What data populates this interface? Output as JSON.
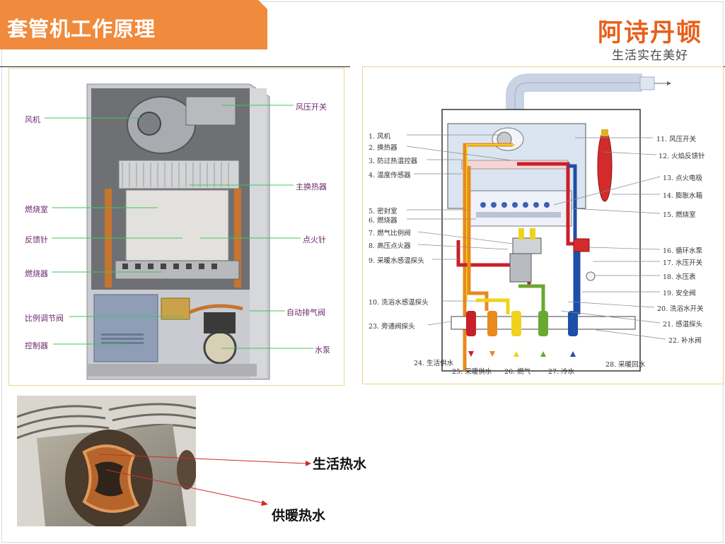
{
  "header": {
    "title": "套管机工作原理",
    "brand_name": "阿诗丹顿",
    "brand_slogan": "生活实在美好"
  },
  "colors": {
    "header_orange": "#f08a3c",
    "brand_orange": "#e8601c",
    "hot_water_red": "#c8202a",
    "heating_orange": "#e88a1e",
    "gas_yellow": "#f0d21e",
    "cold_water_green": "#6aa832",
    "return_blue": "#1e4fa8"
  },
  "left_diagram": {
    "labels_left": [
      "风机",
      "燃烧室",
      "反馈针",
      "燃烧器",
      "比例调节阀",
      "控制器"
    ],
    "labels_right": [
      "风压开关",
      "主换热器",
      "点火针",
      "自动排气阀",
      "水泵"
    ]
  },
  "right_diagram": {
    "labels_left": [
      "1. 风机",
      "2. 换热器",
      "3. 防过热温控器",
      "4. 温度传感器",
      "5. 密封室",
      "6. 燃烧器",
      "7. 燃气比例阀",
      "8. 高压点火器",
      "9. 采暖水感温探头",
      "10. 洗浴水感温探头",
      "23. 旁通阀探头"
    ],
    "labels_right": [
      "11. 风压开关",
      "12. 火焰反馈针",
      "13. 点火电极",
      "14. 膨胀水箱",
      "15. 燃烧室",
      "16. 循环水泵",
      "17. 水压开关",
      "18. 水压表",
      "19. 安全阀",
      "20. 洗浴水开关",
      "21. 感温探头",
      "22. 补水阀"
    ],
    "labels_bottom": [
      "24. 生活供水",
      "25. 采暖供水",
      "26. 燃气",
      "27. 冷水",
      "28. 采暖回水"
    ]
  },
  "tube_callouts": {
    "domestic_hot_water": "生活热水",
    "heating_hot_water": "供暖热水"
  }
}
